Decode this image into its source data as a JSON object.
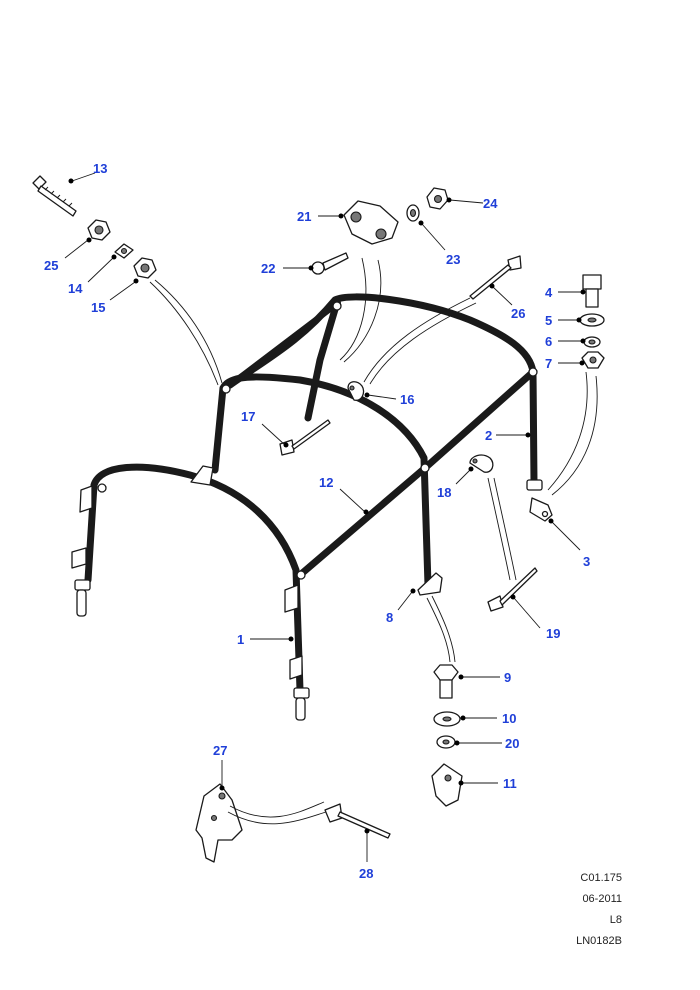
{
  "callouts": [
    {
      "id": "c1",
      "label": "1"
    },
    {
      "id": "c2",
      "label": "2"
    },
    {
      "id": "c3",
      "label": "3"
    },
    {
      "id": "c4",
      "label": "4"
    },
    {
      "id": "c5",
      "label": "5"
    },
    {
      "id": "c6",
      "label": "6"
    },
    {
      "id": "c7",
      "label": "7"
    },
    {
      "id": "c8",
      "label": "8"
    },
    {
      "id": "c9",
      "label": "9"
    },
    {
      "id": "c10",
      "label": "10"
    },
    {
      "id": "c11",
      "label": "11"
    },
    {
      "id": "c12",
      "label": "12"
    },
    {
      "id": "c13",
      "label": "13"
    },
    {
      "id": "c14",
      "label": "14"
    },
    {
      "id": "c15",
      "label": "15"
    },
    {
      "id": "c16",
      "label": "16"
    },
    {
      "id": "c17",
      "label": "17"
    },
    {
      "id": "c18",
      "label": "18"
    },
    {
      "id": "c19",
      "label": "19"
    },
    {
      "id": "c20",
      "label": "20"
    },
    {
      "id": "c21",
      "label": "21"
    },
    {
      "id": "c22",
      "label": "22"
    },
    {
      "id": "c23",
      "label": "23"
    },
    {
      "id": "c24",
      "label": "24"
    },
    {
      "id": "c25",
      "label": "25"
    },
    {
      "id": "c26",
      "label": "26"
    },
    {
      "id": "c27",
      "label": "27"
    },
    {
      "id": "c28",
      "label": "28"
    }
  ],
  "reference": {
    "code": "C01.175",
    "date": "06-2011",
    "section": "L8",
    "illustration": "LN0182B"
  },
  "colors": {
    "callout_text": "#1f3fd8",
    "line": "#1a1a1a",
    "background": "#ffffff"
  }
}
